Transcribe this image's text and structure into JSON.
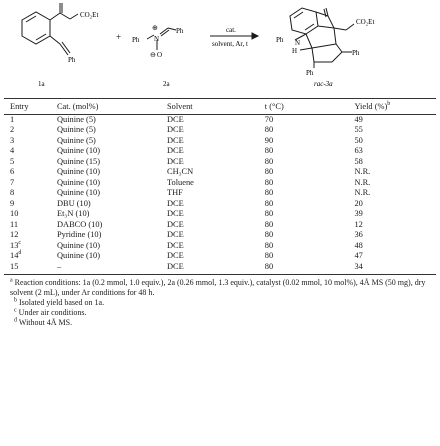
{
  "scheme": {
    "compound_1a_label": "1a",
    "compound_2a_label": "2a",
    "product_label": "rac-3a",
    "plus_sign": "+",
    "ester_label": "CO₂Et",
    "phenyl_label": "Ph",
    "reagent_N_label": "N",
    "reagent_O_label": "O",
    "reagent_plus": "⊕",
    "reagent_minus": "⊖",
    "product_H_label": "H",
    "arrow_top_label": "cat.",
    "arrow_bottom_label": "solvent, Ar, t"
  },
  "table": {
    "headers": {
      "entry": "Entry",
      "catalyst": "Cat. (mol%)",
      "solvent": "Solvent",
      "temperature": "t (°C)",
      "yield": "Yield (%)",
      "yield_sup": "b"
    },
    "rows": [
      {
        "entry": "1",
        "entry_sup": "",
        "catalyst": "Quinine (5)",
        "solvent": "DCE",
        "temp": "70",
        "yield": "49"
      },
      {
        "entry": "2",
        "entry_sup": "",
        "catalyst": "Quinine (5)",
        "solvent": "DCE",
        "temp": "80",
        "yield": "55"
      },
      {
        "entry": "3",
        "entry_sup": "",
        "catalyst": "Quinine (5)",
        "solvent": "DCE",
        "temp": "90",
        "yield": "50"
      },
      {
        "entry": "4",
        "entry_sup": "",
        "catalyst": "Quinine (10)",
        "solvent": "DCE",
        "temp": "80",
        "yield": "63"
      },
      {
        "entry": "5",
        "entry_sup": "",
        "catalyst": "Quinine (15)",
        "solvent": "DCE",
        "temp": "80",
        "yield": "58"
      },
      {
        "entry": "6",
        "entry_sup": "",
        "catalyst": "Quinine (10)",
        "solvent": "CH₃CN",
        "temp": "80",
        "yield": "N.R."
      },
      {
        "entry": "7",
        "entry_sup": "",
        "catalyst": "Quinine (10)",
        "solvent": "Toluene",
        "temp": "80",
        "yield": "N.R."
      },
      {
        "entry": "8",
        "entry_sup": "",
        "catalyst": "Quinine (10)",
        "solvent": "THF",
        "temp": "80",
        "yield": "N.R."
      },
      {
        "entry": "9",
        "entry_sup": "",
        "catalyst": "DBU (10)",
        "solvent": "DCE",
        "temp": "80",
        "yield": "20"
      },
      {
        "entry": "10",
        "entry_sup": "",
        "catalyst": "Et₃N (10)",
        "solvent": "DCE",
        "temp": "80",
        "yield": "39"
      },
      {
        "entry": "11",
        "entry_sup": "",
        "catalyst": "DABCO (10)",
        "solvent": "DCE",
        "temp": "80",
        "yield": "12"
      },
      {
        "entry": "12",
        "entry_sup": "",
        "catalyst": "Pyridine (10)",
        "solvent": "DCE",
        "temp": "80",
        "yield": "36"
      },
      {
        "entry": "13",
        "entry_sup": "c",
        "catalyst": "Quinine (10)",
        "solvent": "DCE",
        "temp": "80",
        "yield": "48"
      },
      {
        "entry": "14",
        "entry_sup": "d",
        "catalyst": "Quinine (10)",
        "solvent": "DCE",
        "temp": "80",
        "yield": "47"
      },
      {
        "entry": "15",
        "entry_sup": "",
        "catalyst": "–",
        "solvent": "DCE",
        "temp": "80",
        "yield": "34"
      }
    ]
  },
  "footnotes": {
    "a_mark": "a",
    "a_text": " Reaction conditions: 1a (0.2 mmol, 1.0 equiv.), 2a (0.26 mmol, 1.3 equiv.), catalyst (0.02 mmol, 10 mol%), 4Å MS (50 mg), dry solvent (2 mL), under Ar conditions for 48 h.",
    "b_mark": "b",
    "b_text": " Isolated yield based on 1a.",
    "c_mark": "c",
    "c_text": " Under air conditions.",
    "d_mark": "d",
    "d_text": " Without 4Å MS."
  }
}
